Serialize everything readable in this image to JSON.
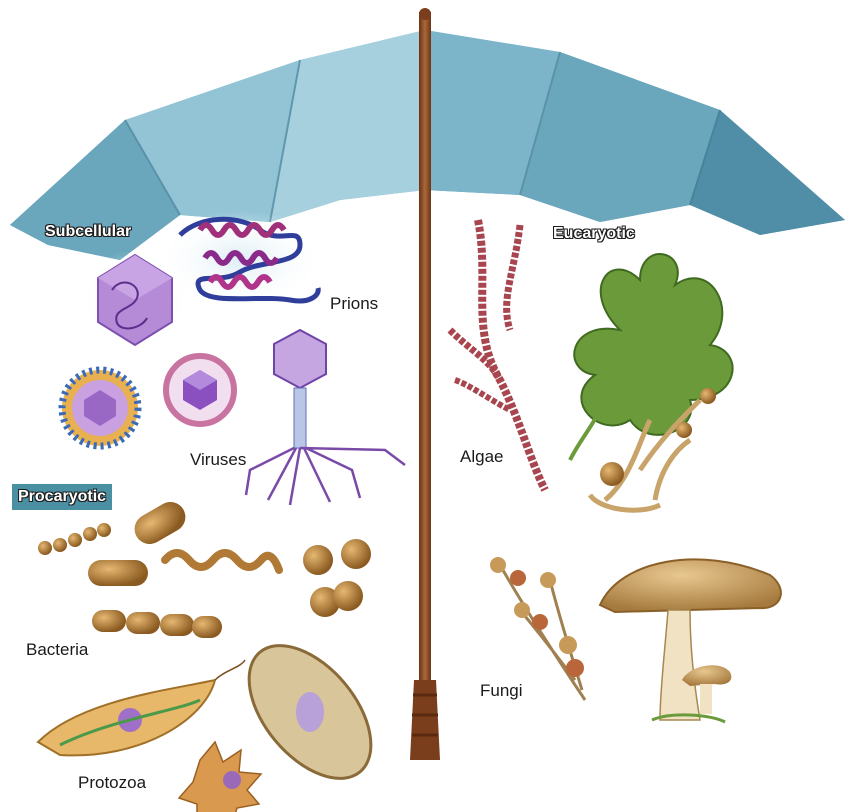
{
  "headers": {
    "subcellular": "Subcellular",
    "eucaryotic": "Eucaryotic",
    "procaryotic": "Procaryotic"
  },
  "labels": {
    "prions": "Prions",
    "viruses": "Viruses",
    "algae": "Algae",
    "bacteria": "Bacteria",
    "fungi": "Fungi",
    "protozoa": "Protozoa"
  },
  "colors": {
    "umbrella": "#7fb5c8",
    "umbrella_dark": "#4e8ea5",
    "shaft": "#8a4a22",
    "virus_purple": "#9b6bc9",
    "bacteria": "#b07a36",
    "algae_red": "#a8454e",
    "algae_green": "#6b9a3a",
    "fungi": "#c9a46a"
  }
}
